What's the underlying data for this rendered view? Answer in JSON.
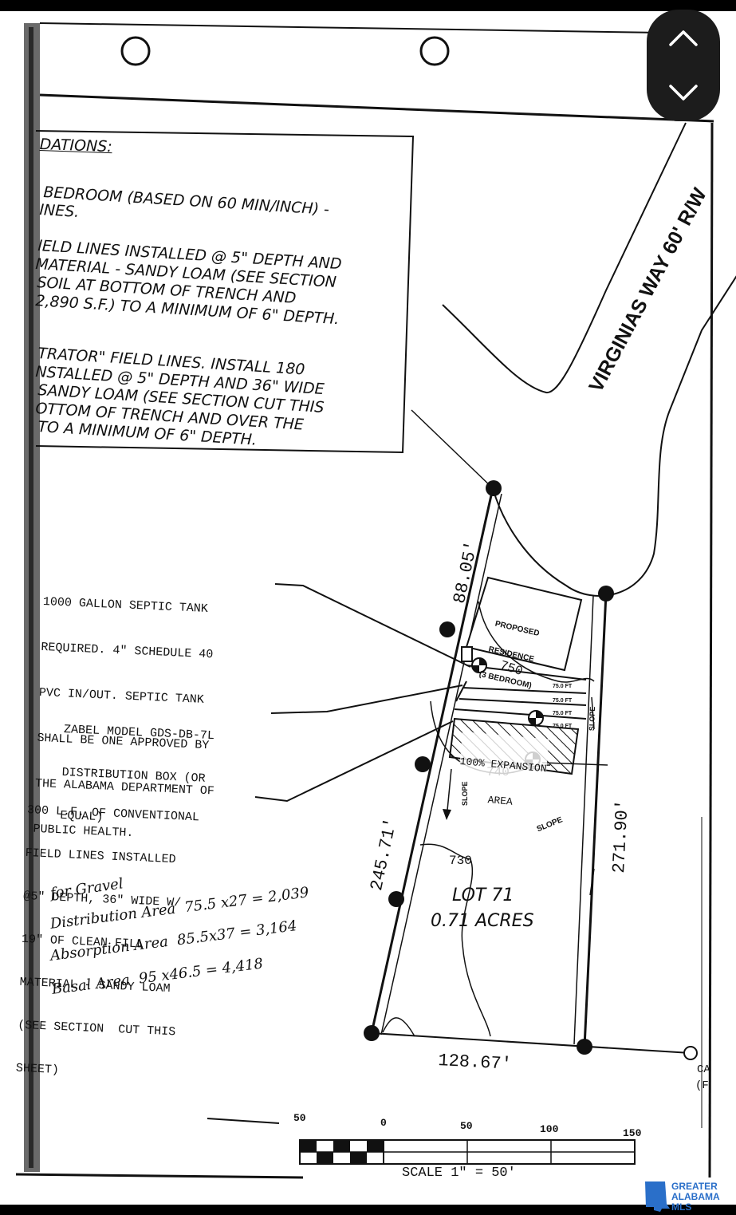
{
  "nav": {
    "up_icon": "chevron-up-icon",
    "down_icon": "chevron-down-icon"
  },
  "notes": {
    "heading": "DATIONS:",
    "lines": [
      "BEDROOM (BASED ON 60 MIN/INCH) -",
      "INES.",
      "IELD LINES INSTALLED @ 5\" DEPTH AND",
      "MATERIAL - SANDY LOAM (SEE SECTION",
      "SOIL AT BOTTOM OF TRENCH AND",
      "2,890 S.F.) TO A MINIMUM OF 6\" DEPTH.",
      "TRATOR\" FIELD LINES. INSTALL 180",
      "NSTALLED @ 5\" DEPTH AND 36\" WIDE",
      "SANDY LOAM (SEE SECTION CUT THIS",
      "OTTOM OF TRENCH AND OVER THE",
      "TO A MINIMUM OF 6\" DEPTH."
    ]
  },
  "road_label": "VIRGINIAS WAY 60' R/W",
  "callouts": {
    "septic": [
      "1000 GALLON SEPTIC TANK",
      "REQUIRED. 4\" SCHEDULE 40",
      "PVC IN/OUT. SEPTIC TANK",
      "SHALL BE ONE APPROVED BY",
      "THE ALABAMA DEPARTMENT OF",
      "PUBLIC HEALTH."
    ],
    "dbox": [
      "ZABEL MODEL GDS-DB-7L",
      "DISTRIBUTION BOX (OR",
      "EQUAL)"
    ],
    "field": [
      "300 L.F. OF CONVENTIONAL",
      "FIELD LINES INSTALLED",
      "@5\" DEPTH, 36\" WIDE W/",
      "19\" OF CLEAN FILL",
      "MATERIAL - SANDY LOAM",
      "(SEE SECTION  CUT THIS",
      "SHEET)"
    ]
  },
  "plat": {
    "dim_top": "88.05'",
    "dim_left": "245.71'",
    "dim_right": "271.90'",
    "dim_bottom": "128.67'",
    "residence": [
      "PROPOSED",
      "RESIDENCE",
      "(3 BEDROOM)"
    ],
    "contour_750": "750",
    "contour_740": "740",
    "contour_730": "730",
    "trench_labels": [
      "75.0 FT",
      "75.0 FT",
      "75.0 FT",
      "75.0 FT"
    ],
    "expansion": [
      "100% EXPANSION",
      "AREA"
    ],
    "slope": "SLOPE",
    "lot": "LOT 71",
    "acres": "0.71 ACRES",
    "edge_ca": "CA",
    "edge_f": "(F"
  },
  "handwritten": [
    "for Gravel",
    "Distribution Area  75.5 x27 = 2,039",
    "Absorption Area  85.5x37 = 3,164",
    "Basal Area  95 x46.5 = 4,418"
  ],
  "scale": {
    "ticks": [
      "50",
      "0",
      "50",
      "100",
      "150"
    ],
    "label": "SCALE 1\" = 50'"
  },
  "logo": {
    "lines": [
      "GREATER",
      "ALABAMA",
      "MLS"
    ],
    "color": "#2a6fc9"
  }
}
